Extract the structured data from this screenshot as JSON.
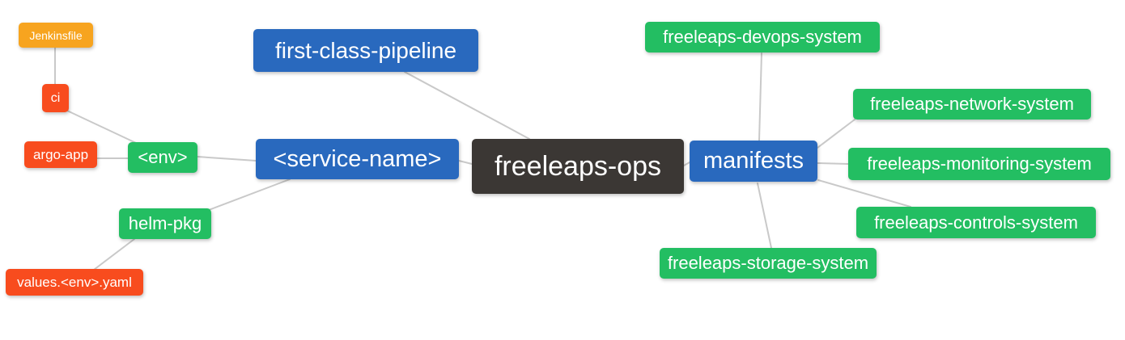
{
  "diagram": {
    "type": "mind-map",
    "colors": {
      "root_node": "#3B3734",
      "branch_node": "#2969BE",
      "green_leaf": "#23BE62",
      "red_leaf": "#F84C1E",
      "orange_leaf": "#F7A41F",
      "edge_line": "#C9C9C9",
      "node_text": "#FFFFFF",
      "background": "#FFFFFF"
    },
    "nodes": {
      "root": {
        "label": "freeleaps-ops",
        "color": "#3B3734"
      },
      "first_class_pipeline": {
        "label": "first-class-pipeline",
        "color": "#2969BE"
      },
      "service_name": {
        "label": "<service-name>",
        "color": "#2969BE"
      },
      "manifests": {
        "label": "manifests",
        "color": "#2969BE"
      },
      "env": {
        "label": "<env>",
        "color": "#23BE62"
      },
      "helm_pkg": {
        "label": "helm-pkg",
        "color": "#23BE62"
      },
      "ci": {
        "label": "ci",
        "color": "#F84C1E"
      },
      "argo_app": {
        "label": "argo-app",
        "color": "#F84C1E"
      },
      "jenkinsfile": {
        "label": "Jenkinsfile",
        "color": "#F7A41F"
      },
      "values_env_yaml": {
        "label": "values.<env>.yaml",
        "color": "#F84C1E"
      },
      "devops_system": {
        "label": "freeleaps-devops-system",
        "color": "#23BE62"
      },
      "network_system": {
        "label": "freeleaps-network-system",
        "color": "#23BE62"
      },
      "monitoring_system": {
        "label": "freeleaps-monitoring-system",
        "color": "#23BE62"
      },
      "controls_system": {
        "label": "freeleaps-controls-system",
        "color": "#23BE62"
      },
      "storage_system": {
        "label": "freeleaps-storage-system",
        "color": "#23BE62"
      }
    },
    "edges": [
      {
        "from": "jenkinsfile",
        "to": "ci"
      },
      {
        "from": "ci",
        "to": "env"
      },
      {
        "from": "argo_app",
        "to": "env"
      },
      {
        "from": "env",
        "to": "service_name"
      },
      {
        "from": "helm_pkg",
        "to": "service_name"
      },
      {
        "from": "values_env_yaml",
        "to": "helm_pkg"
      },
      {
        "from": "service_name",
        "to": "root"
      },
      {
        "from": "first_class_pipeline",
        "to": "root"
      },
      {
        "from": "root",
        "to": "manifests"
      },
      {
        "from": "manifests",
        "to": "devops_system"
      },
      {
        "from": "manifests",
        "to": "network_system"
      },
      {
        "from": "manifests",
        "to": "monitoring_system"
      },
      {
        "from": "manifests",
        "to": "controls_system"
      },
      {
        "from": "manifests",
        "to": "storage_system"
      }
    ]
  }
}
